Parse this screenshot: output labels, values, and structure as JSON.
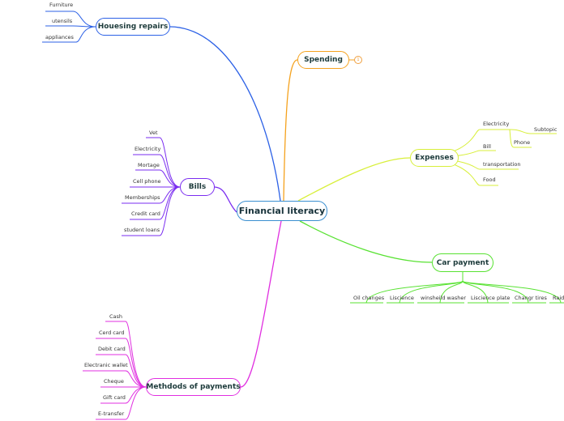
{
  "central": "Financial literacy",
  "colors": {
    "housing": "#2c61e6",
    "spending": "#f5a21e",
    "expenses": "#d8ef3a",
    "car": "#58e232",
    "bills": "#7a2cf0",
    "payments": "#e02fe0",
    "central": "#3a8fd0"
  },
  "housing": {
    "label": "Houesing repairs",
    "items": [
      "Furniture",
      "utensils",
      "appliances"
    ]
  },
  "spending": {
    "label": "Spending",
    "badge": "1"
  },
  "expenses": {
    "label": "Expenses",
    "items": [
      "Electricity",
      "Bill",
      "transportation",
      "Food"
    ],
    "sub": [
      "Subtopic",
      "Phone"
    ]
  },
  "car": {
    "label": "Car payment",
    "items": [
      "Oil changes",
      "Liscience",
      "winsheild washer",
      "Liscience plate",
      "Changr tires",
      "Raido"
    ]
  },
  "bills": {
    "label": "Bills",
    "items": [
      "Vet",
      "Electricity",
      "Mortage",
      "Cell phone",
      "Memberships",
      "Credit card",
      "student loans"
    ]
  },
  "payments": {
    "label": "Methdods of payments",
    "items": [
      "Cash",
      "Cerd card",
      "Debit card",
      "Electranic wallet",
      "Cheque",
      "Gift card",
      "E-transfer"
    ]
  }
}
